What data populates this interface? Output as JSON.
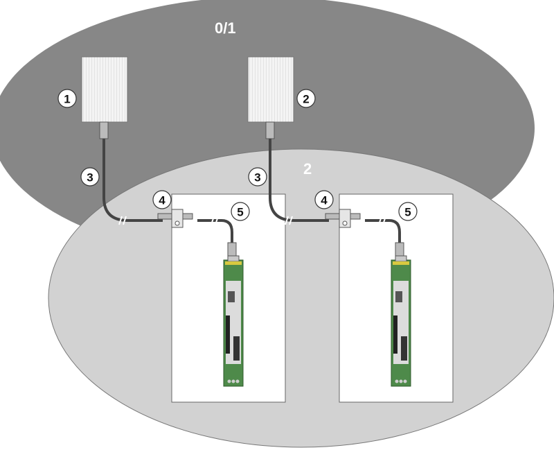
{
  "zones": [
    {
      "label": "0/1",
      "color": "#878787"
    },
    {
      "label": "2",
      "color": "#d2d2d2"
    }
  ],
  "callouts": [
    "1",
    "2",
    "3",
    "3",
    "4",
    "4",
    "5",
    "5"
  ],
  "colors": {
    "device_green": "#4e8a4a",
    "panel": "#f2f2f2",
    "cable": "#555555"
  }
}
